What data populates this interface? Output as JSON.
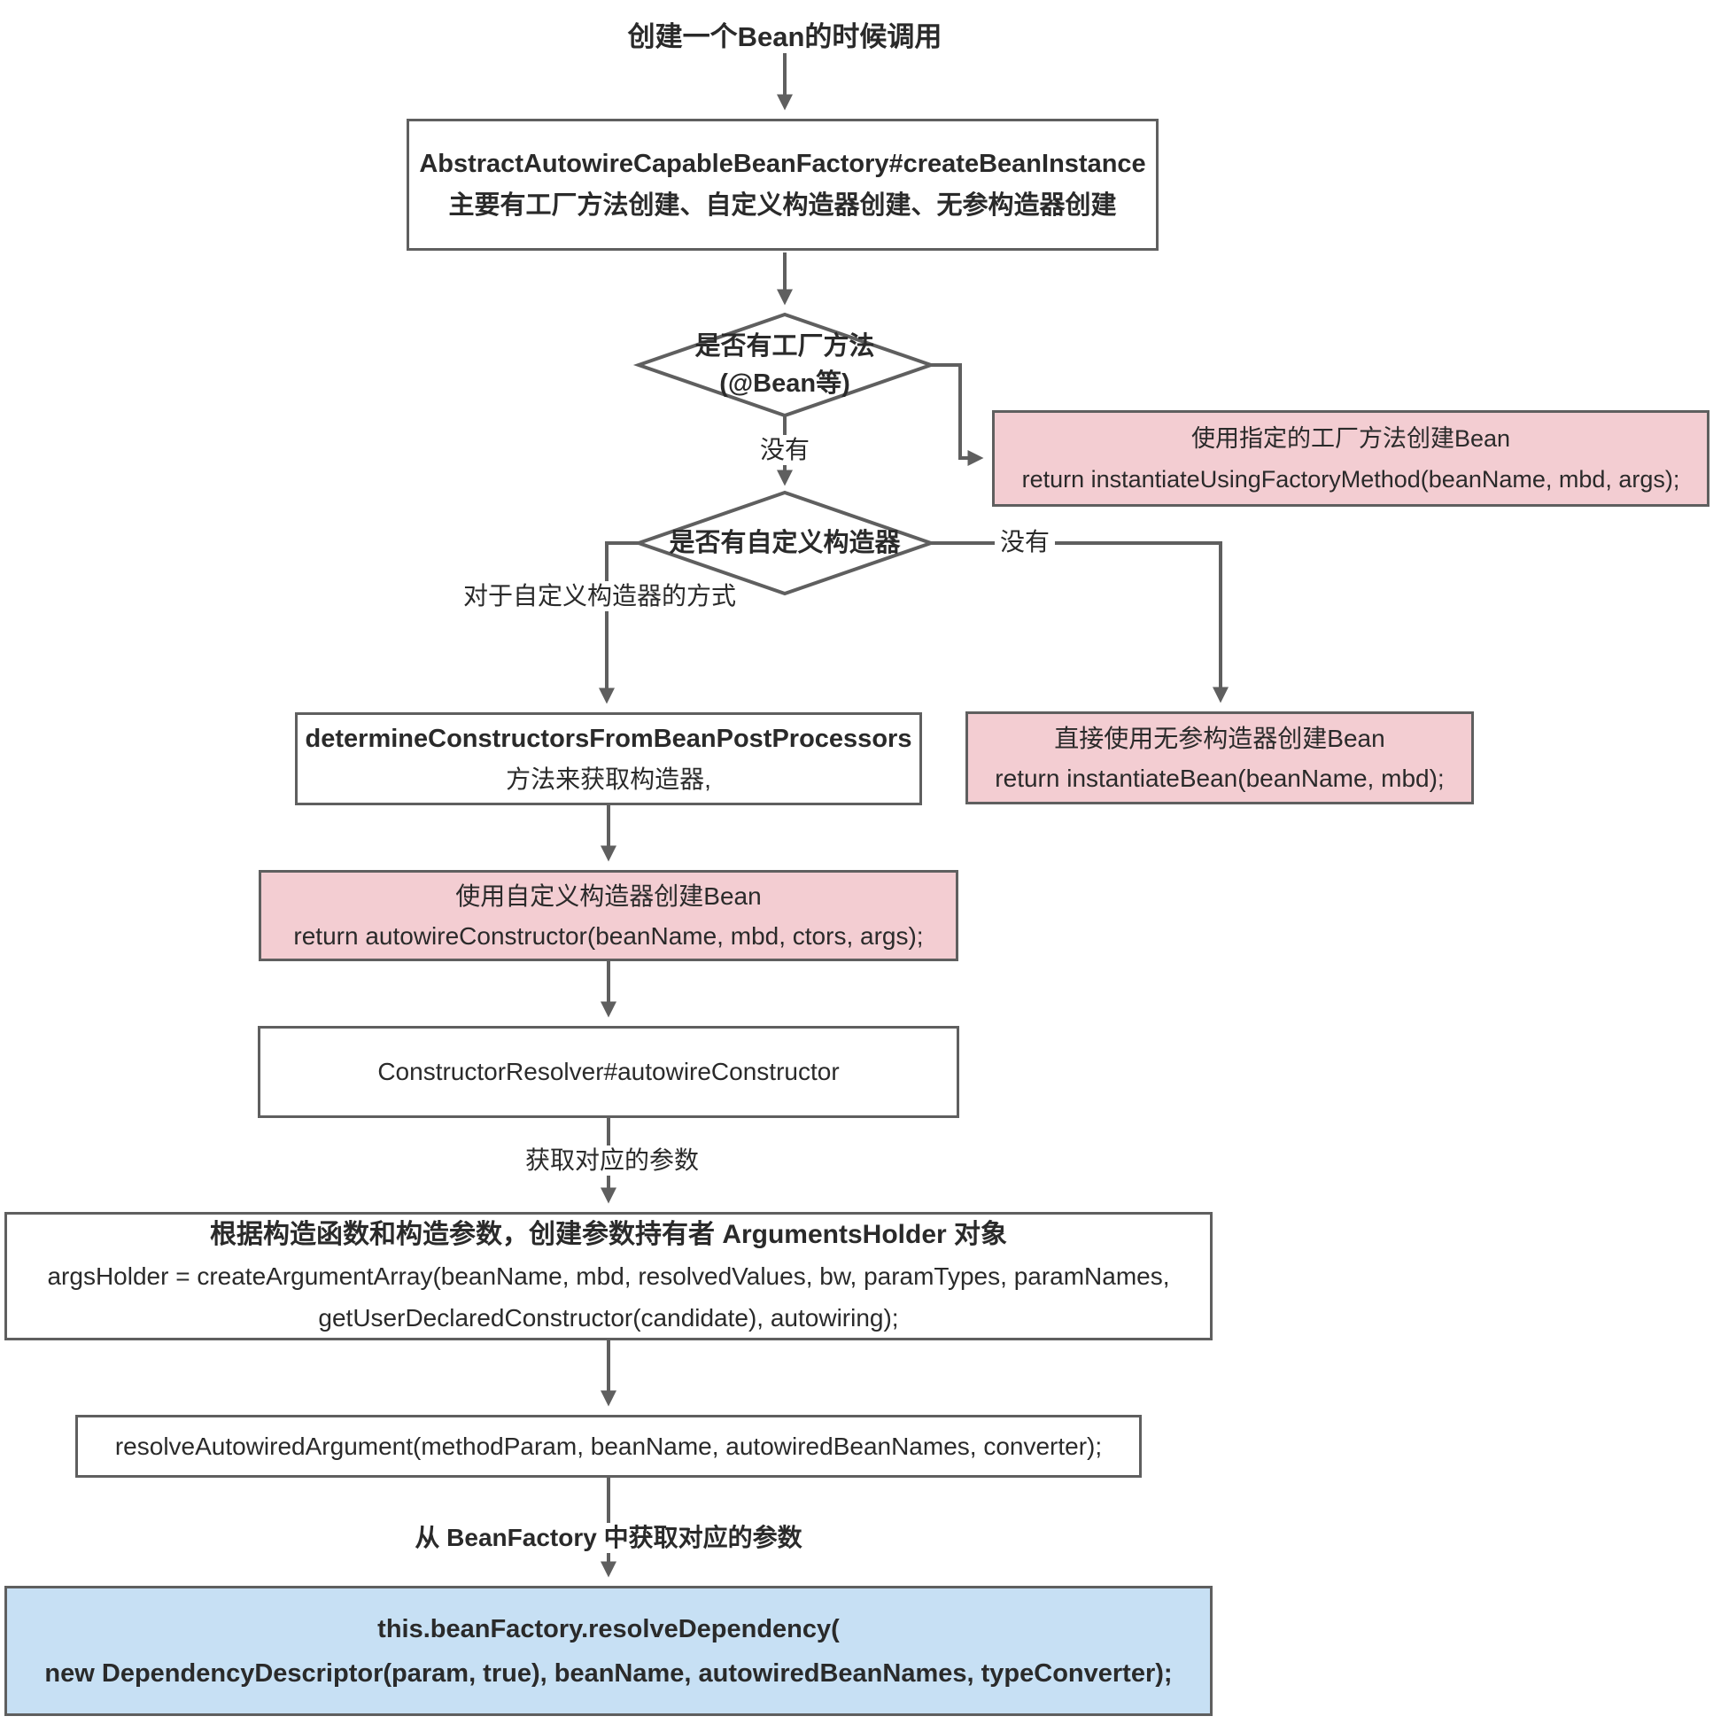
{
  "title": "创建一个Bean的时候调用",
  "nodes": {
    "create_bean_instance": {
      "line1": "AbstractAutowireCapableBeanFactory#createBeanInstance",
      "line2": "主要有工厂方法创建、自定义构造器创建、无参构造器创建"
    },
    "has_factory_method": {
      "line1": "是否有工厂方法",
      "line2": "(@Bean等)"
    },
    "factory_method_create": {
      "line1": "使用指定的工厂方法创建Bean",
      "line2": "return instantiateUsingFactoryMethod(beanName, mbd, args);"
    },
    "has_custom_constructor": {
      "label": "是否有自定义构造器"
    },
    "determine_constructors": {
      "line1": "determineConstructorsFromBeanPostProcessors",
      "line2": "方法来获取构造器,"
    },
    "no_arg_constructor_create": {
      "line1": "直接使用无参构造器创建Bean",
      "line2": "return instantiateBean(beanName, mbd);"
    },
    "custom_constructor_create": {
      "line1": "使用自定义构造器创建Bean",
      "line2": "return autowireConstructor(beanName, mbd, ctors, args);"
    },
    "constructor_resolver": {
      "label": "ConstructorResolver#autowireConstructor"
    },
    "arguments_holder": {
      "line1": "根据构造函数和构造参数，创建参数持有者 ArgumentsHolder 对象",
      "line2": "argsHolder = createArgumentArray(beanName, mbd, resolvedValues, bw, paramTypes, paramNames,",
      "line3": "getUserDeclaredConstructor(candidate), autowiring);"
    },
    "resolve_autowired_argument": {
      "label": "resolveAutowiredArgument(methodParam, beanName, autowiredBeanNames, converter);"
    },
    "resolve_dependency": {
      "line1": "this.beanFactory.resolveDependency(",
      "line2": "new DependencyDescriptor(param, true), beanName, autowiredBeanNames, typeConverter);"
    }
  },
  "edge_labels": {
    "no_factory_method": "没有",
    "no_custom_constructor": "没有",
    "custom_constructor_way": "对于自定义构造器的方式",
    "get_params": "获取对应的参数",
    "get_params_from_beanfactory": "从 BeanFactory 中获取对应的参数"
  },
  "colors": {
    "line": "#5f5f5f",
    "pink_fill": "#f3cdd2",
    "blue_fill": "#c7e0f4",
    "text": "#2a2a2a",
    "background": "#ffffff"
  }
}
